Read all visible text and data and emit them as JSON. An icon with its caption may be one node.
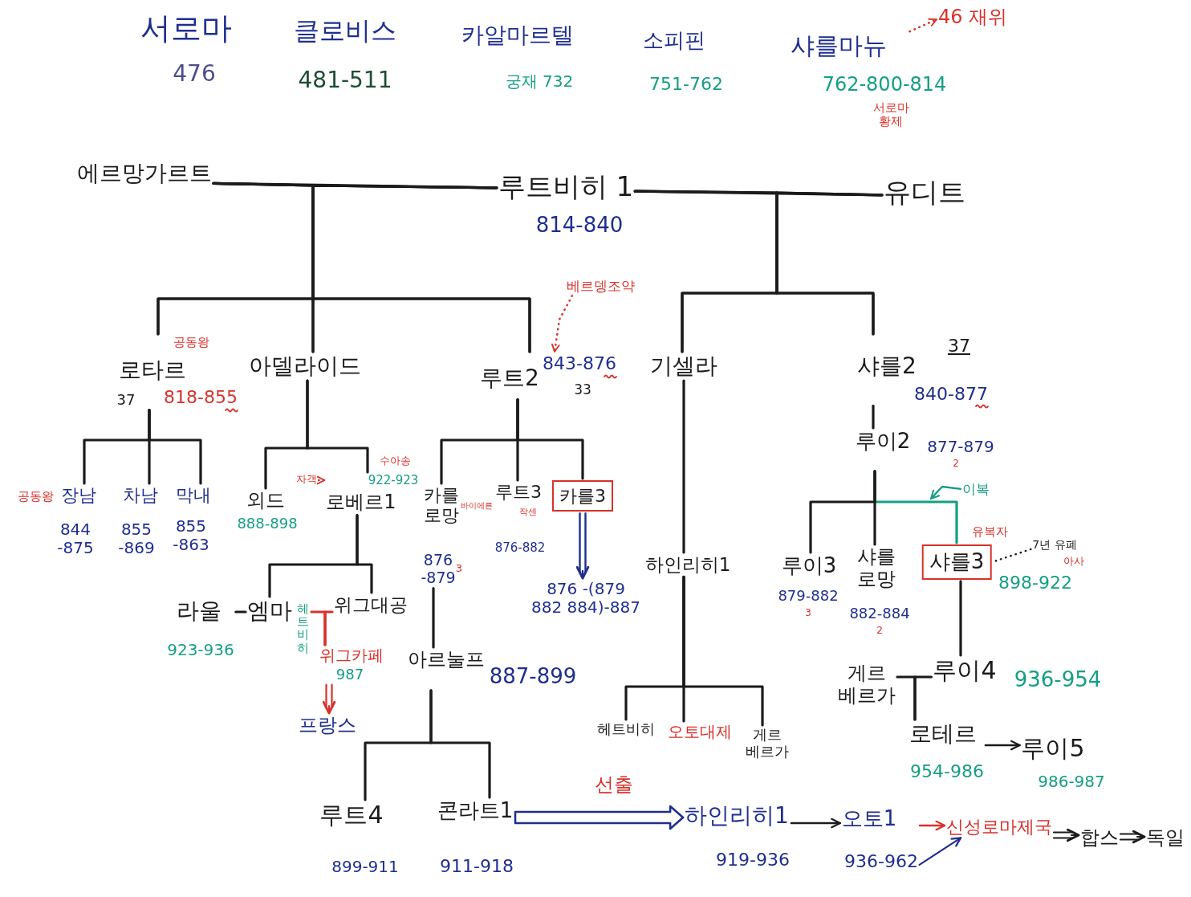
{
  "diagram": {
    "nodes": [
      {
        "text": [
          "샤를마뉴"
        ],
        "beside": [
          "762-800-814",
          "서로마 황제"
        ]
      },
      {
        "text": [
          "46 재위"
        ]
      },
      {
        "text": [
          "에르망가르트"
        ]
      },
      {
        "text": [
          "루트비히 1"
        ],
        "beside": [
          "814-840"
        ]
      },
      {
        "text": [
          "유디트"
        ]
      },
      {
        "text": [
          "로타르"
        ],
        "beside": [
          "공동왕",
          "37",
          "818-855"
        ]
      },
      {
        "text": [
          "아델라이드"
        ]
      },
      {
        "text": [
          "베르뎅조약"
        ]
      },
      {
        "text": [
          "루트2"
        ],
        "beside": [
          "843-876",
          "33"
        ]
      },
      {
        "text": [
          "기셀라"
        ]
      },
      {
        "text": [
          "샤를2"
        ],
        "beside": [
          "37",
          "840-877"
        ]
      },
      {
        "text": [
          "루이2"
        ],
        "beside": [
          "877-879",
          "2"
        ]
      },
      {
        "text": [
          "장남"
        ],
        "beside": [
          "공동왕",
          "844 -875"
        ]
      },
      {
        "text": [
          "차남"
        ],
        "beside": [
          "855 -869"
        ]
      },
      {
        "text": [
          "막내"
        ],
        "beside": [
          "855 -863"
        ]
      },
      {
        "text": [
          "외드"
        ],
        "beside": [
          "888-898"
        ]
      },
      {
        "text": [
          "자객"
        ]
      },
      {
        "text": [
          "로베르1"
        ],
        "beside": [
          "922-923"
        ]
      },
      {
        "text": [
          "카를 로망"
        ],
        "beside": [
          "바이에른",
          "876 -879",
          "3"
        ]
      },
      {
        "text": [
          "루트3"
        ],
        "beside": [
          "작센",
          "876-882"
        ]
      },
      {
        "text": [
          "카를3"
        ]
      },
      {
        "text": [
          "이복"
        ]
      },
      {
        "text": [
          "하인리히1"
        ]
      },
      {
        "text": [
          "루이3"
        ],
        "beside": [
          "879-882",
          "3"
        ]
      },
      {
        "text": [
          "샤를 로망"
        ],
        "beside": [
          "882-884",
          "2"
        ]
      },
      {
        "text": [
          "샤를3"
        ],
        "beside": [
          "898-922"
        ]
      },
      {
        "text": [
          "7년 유폐",
          "아사"
        ]
      },
      {
        "text": [
          "876 -(879 882 884)-887"
        ]
      },
      {
        "text": [
          "라울"
        ],
        "beside": [
          "923-936"
        ]
      },
      {
        "text": [
          "엠마"
        ]
      },
      {
        "text": [
          "헤트비히"
        ]
      },
      {
        "text": [
          "위그대공"
        ]
      },
      {
        "text": [
          "위그카페"
        ],
        "beside": [
          "987"
        ]
      },
      {
        "text": [
          "아르눌프"
        ],
        "beside": [
          "887-899"
        ]
      },
      {
        "text": [
          "루이4"
        ],
        "beside": [
          "936-954"
        ]
      },
      {
        "text": [
          "게르 베르가"
        ]
      },
      {
        "text": [
          "프랑스"
        ]
      },
      {
        "text": [
          "헤트비히"
        ]
      },
      {
        "text": [
          "오토대제"
        ]
      },
      {
        "text": [
          "게르 베르가"
        ]
      },
      {
        "text": [
          "로테르"
        ],
        "beside": [
          "954-986"
        ]
      },
      {
        "text": [
          "루이5"
        ],
        "beside": [
          "986-987"
        ]
      },
      {
        "text": [
          "루트4"
        ],
        "beside": [
          "899-911"
        ]
      },
      {
        "text": [
          "콘라트1"
        ],
        "beside": [
          "911-918"
        ]
      },
      {
        "text": [
          "하인리히1"
        ],
        "beside": [
          "919-936"
        ]
      },
      {
        "text": [
          "오토1"
        ],
        "beside": [
          "936-962"
        ]
      },
      {
        "text": [
          "신성로마제국"
        ]
      },
      {
        "text": [
          "합스"
        ]
      },
      {
        "text": [
          "독일"
        ]
      }
    ],
    "edges": [
      {
        "from": 0,
        "to": 1,
        "arrow": "to",
        "style": "dashed",
        "color": "#d8312b"
      },
      {
        "from": 2,
        "to": 3,
        "arrow": "none"
      },
      {
        "from": 3,
        "to": 4,
        "arrow": "none"
      },
      {
        "from": 2,
        "to": 5,
        "arrow": "none"
      },
      {
        "from": 3,
        "to": 5,
        "arrow": "none"
      },
      {
        "from": 2,
        "to": 6,
        "arrow": "none"
      },
      {
        "from": 3,
        "to": 6,
        "arrow": "none"
      },
      {
        "from": 2,
        "to": 8,
        "arrow": "none"
      },
      {
        "from": 3,
        "to": 8,
        "arrow": "none"
      },
      {
        "from": 3,
        "to": 9,
        "arrow": "none"
      },
      {
        "from": 4,
        "to": 9,
        "arrow": "none"
      },
      {
        "from": 3,
        "to": 10,
        "arrow": "none"
      },
      {
        "from": 4,
        "to": 10,
        "arrow": "none"
      },
      {
        "from": 7,
        "to": 8,
        "arrow": "to",
        "style": "dashed",
        "color": "#d8312b"
      },
      {
        "from": 5,
        "to": 12,
        "arrow": "none"
      },
      {
        "from": 5,
        "to": 13,
        "arrow": "none"
      },
      {
        "from": 5,
        "to": 14,
        "arrow": "none"
      },
      {
        "from": 6,
        "to": 15,
        "arrow": "none"
      },
      {
        "from": 6,
        "to": 17,
        "arrow": "none"
      },
      {
        "from": 16,
        "to": 17,
        "arrow": "to",
        "style": "dashed",
        "color": "#d8312b"
      },
      {
        "from": 8,
        "to": 18,
        "arrow": "none"
      },
      {
        "from": 8,
        "to": 19,
        "arrow": "none"
      },
      {
        "from": 8,
        "to": 20,
        "arrow": "none"
      },
      {
        "from": 20,
        "to": 27,
        "arrow": "to",
        "color": "#1f2f8f"
      },
      {
        "from": 9,
        "to": 22,
        "arrow": "none"
      },
      {
        "from": 10,
        "to": 11,
        "arrow": "none"
      },
      {
        "from": 11,
        "to": 23,
        "arrow": "none"
      },
      {
        "from": 11,
        "to": 24,
        "arrow": "none"
      },
      {
        "from": 11,
        "to": 25,
        "arrow": "none",
        "color": "#159e83"
      },
      {
        "from": 21,
        "to": null,
        "arrow": "to",
        "color": "#159e83"
      },
      {
        "from": 26,
        "to": 25,
        "arrow": "none",
        "style": "dashed"
      },
      {
        "from": 17,
        "to": 29,
        "arrow": "none"
      },
      {
        "from": 17,
        "to": 31,
        "arrow": "none"
      },
      {
        "from": 28,
        "to": 29,
        "arrow": "none"
      },
      {
        "from": 30,
        "to": 32,
        "arrow": "none",
        "color": "#d8312b"
      },
      {
        "from": 31,
        "to": 32,
        "arrow": "none",
        "color": "#d8312b"
      },
      {
        "from": 32,
        "to": 36,
        "arrow": "to",
        "color": "#d8312b"
      },
      {
        "from": 18,
        "to": 33,
        "arrow": "none"
      },
      {
        "from": 25,
        "to": 34,
        "arrow": "none"
      },
      {
        "from": 35,
        "to": 40,
        "arrow": "none"
      },
      {
        "from": 34,
        "to": 40,
        "arrow": "none"
      },
      {
        "from": 22,
        "to": 37,
        "arrow": "none"
      },
      {
        "from": 22,
        "to": 38,
        "arrow": "none"
      },
      {
        "from": 22,
        "to": 39,
        "arrow": "none"
      },
      {
        "from": 40,
        "to": 41,
        "arrow": "to"
      },
      {
        "from": 33,
        "to": 42,
        "arrow": "none"
      },
      {
        "from": 33,
        "to": 43,
        "arrow": "none"
      },
      {
        "from": 43,
        "to": 44,
        "arrow": "to",
        "label": "선출",
        "color": "#1f2f8f"
      },
      {
        "from": 44,
        "to": 45,
        "arrow": "to"
      },
      {
        "from": 45,
        "to": 46,
        "arrow": "to",
        "color": "#d8312b"
      },
      {
        "from": 45,
        "to": 46,
        "arrow": "to",
        "color": "#1f2f8f"
      },
      {
        "from": 46,
        "to": 47,
        "arrow": "to"
      },
      {
        "from": 47,
        "to": 48,
        "arrow": "to"
      }
    ],
    "labels": [
      "서로마",
      "476",
      "클로비스",
      "481-511",
      "카알마르텔",
      "궁재 732",
      "소피핀",
      "751-762",
      "수아송",
      "유복자"
    ]
  }
}
